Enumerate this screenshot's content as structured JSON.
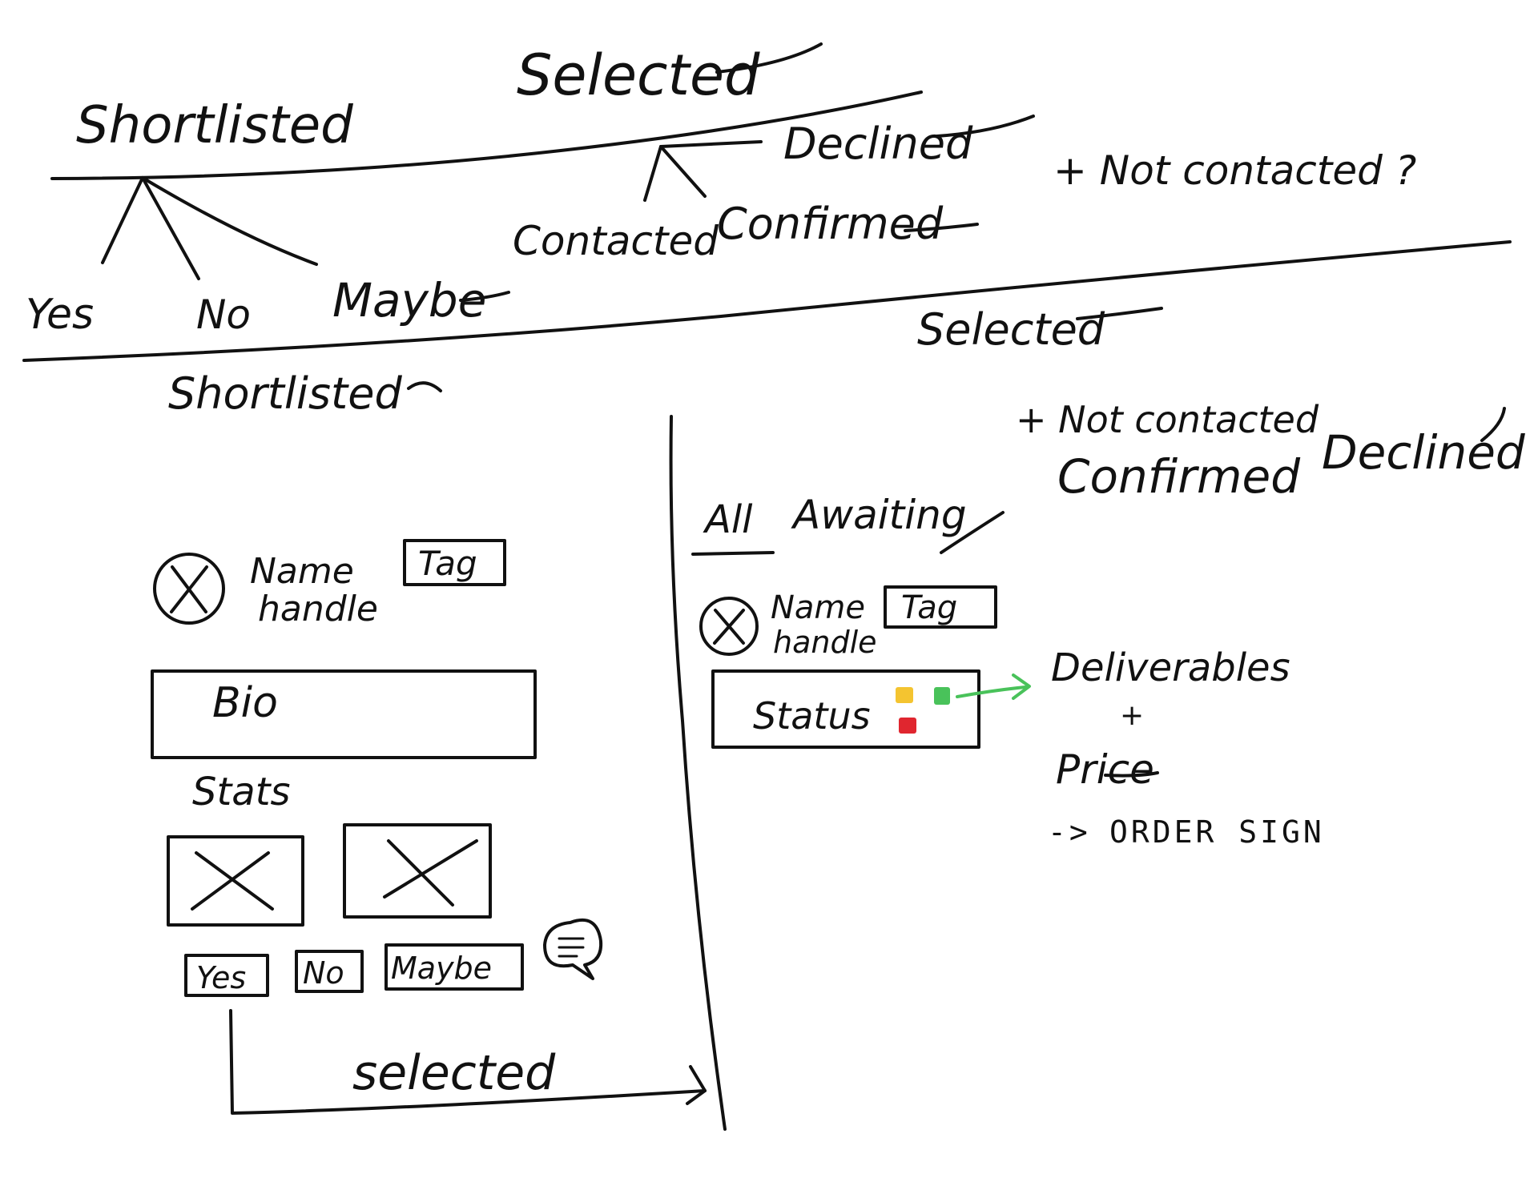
{
  "flow_top": {
    "shortlisted": "Shortlisted",
    "selected": "Selected",
    "declined": "Declined",
    "contacted": "Contacted",
    "confirmed": "Confirmed",
    "not_contacted": "+ Not contacted ?",
    "yes": "Yes",
    "no": "No",
    "maybe": "Maybe"
  },
  "flow_mid": {
    "shortlisted": "Shortlisted",
    "selected": "Selected",
    "not_contacted": "+ Not contacted",
    "confirmed": "Confirmed",
    "declined": "Declined"
  },
  "left_card": {
    "name": "Name",
    "handle": "handle",
    "tag": "Tag",
    "bio": "Bio",
    "stats": "Stats",
    "yes": "Yes",
    "no": "No",
    "maybe": "Maybe",
    "selected": "selected"
  },
  "right_panel": {
    "tab_all": "All",
    "tab_awaiting": "Awaiting",
    "name": "Name",
    "handle": "handle",
    "tag": "Tag",
    "status": "Status",
    "deliverables": "Deliverables",
    "plus": "+",
    "price": "Price",
    "order_sign": "ORDER SIGN",
    "arrow": "->"
  },
  "colors": {
    "ink": "#111111",
    "status_yellow": "#f4c430",
    "status_green": "#49c25a",
    "status_red": "#e0262f",
    "arrow_green": "#49c25a"
  }
}
